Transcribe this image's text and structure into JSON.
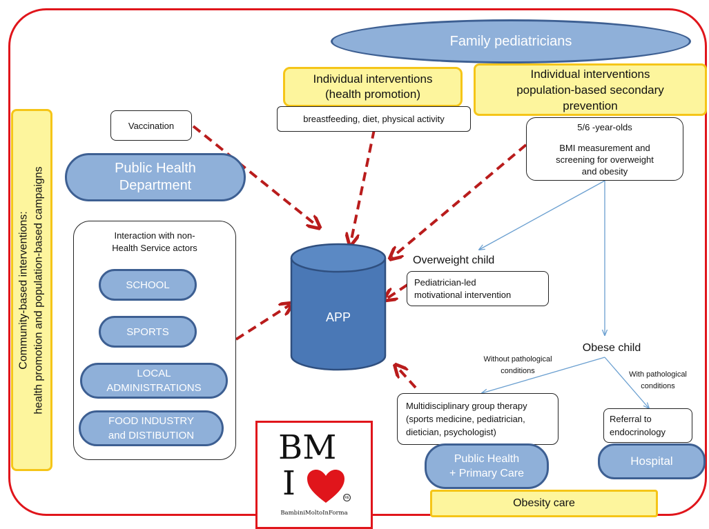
{
  "family_pediatricians": "Family pediatricians",
  "health_promotion": {
    "line1": "Individual interventions",
    "line2": "(health promotion)"
  },
  "secondary_prevention": {
    "line1": "Individual interventions",
    "line2": "population-based  secondary",
    "line3": "prevention"
  },
  "breastfeeding": "breastfeeding, diet, physical activity",
  "screening": {
    "age": "5/6 -year-olds",
    "line1": "BMI measurement and",
    "line2": "screening for overweight",
    "line3": "and obesity"
  },
  "vaccination": "Vaccination",
  "public_health_department": {
    "line1": "Public Health",
    "line2": "Department"
  },
  "community": {
    "line1": "Community-based interventions:",
    "line2": "health promotion and population-based campaigns"
  },
  "non_health": {
    "line1": "Interaction with non-",
    "line2": "Health Service actors",
    "school": "SCHOOL",
    "sports": "SPORTS",
    "local_line1": "LOCAL",
    "local_line2": "ADMINISTRATIONS",
    "food_line1": "FOOD INDUSTRY",
    "food_line2": "and DISTIBUTION"
  },
  "app": "APP",
  "overweight_child": "Overweight child",
  "motivational": {
    "line1": "Pediatrician-led",
    "line2": "motivational intervention"
  },
  "obese_child": "Obese child",
  "without_conditions": {
    "line1": "Without pathological",
    "line2": "conditions"
  },
  "with_conditions": {
    "line1": "With pathological",
    "line2": "conditions"
  },
  "group_therapy": {
    "line1": "Multidisciplinary group therapy",
    "line2": "(sports medicine, pediatrician,",
    "line3": "dietician, psychologist)"
  },
  "referral": {
    "line1": "Referral to",
    "line2": "endocrinology"
  },
  "public_health_primary": {
    "line1": "Public Health",
    "line2": "+ Primary Care"
  },
  "hospital": "Hospital",
  "obesity_care": "Obesity care",
  "logo": {
    "text_bm": "BM",
    "text_i": "I",
    "mark": "RE",
    "caption": "BambiniMoltoInForma"
  },
  "colors": {
    "frame": "#e0151b",
    "arrow_red": "#b91c1c",
    "arrow_blue": "#6a9fd0",
    "node_blue": "#8fb0d9",
    "node_blue_border": "#3d5f92",
    "app_blue": "#4a78b6",
    "yellow": "#fdf59d",
    "yellow_border": "#f5c518",
    "heart": "#e0151b"
  }
}
